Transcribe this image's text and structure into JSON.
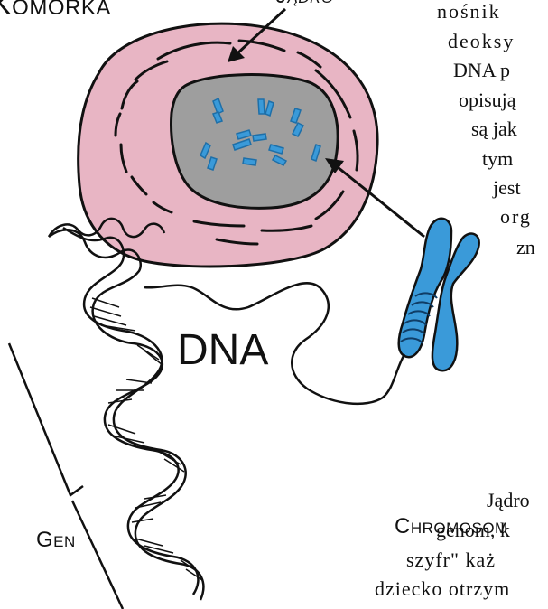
{
  "labels": {
    "komorka": "Komórka",
    "jadro": "Jądro",
    "dna": "DNA",
    "chromosom": "Chromosom",
    "gen": "Gen"
  },
  "paragraph_top": [
    "nośnik",
    "deoksy",
    "DNA p",
    "opisują",
    "są  jak",
    "tym",
    "jest",
    "org",
    "zn"
  ],
  "paragraph_bottom": [
    "Jądro",
    "genom, k",
    "szyfr\"  każ",
    "dziecko  otrzym"
  ],
  "colors": {
    "cell_fill": "#e8b5c4",
    "nucleus_fill": "#9e9e9e",
    "chromosome_blue": "#3a9ad9",
    "outline": "#111111"
  }
}
